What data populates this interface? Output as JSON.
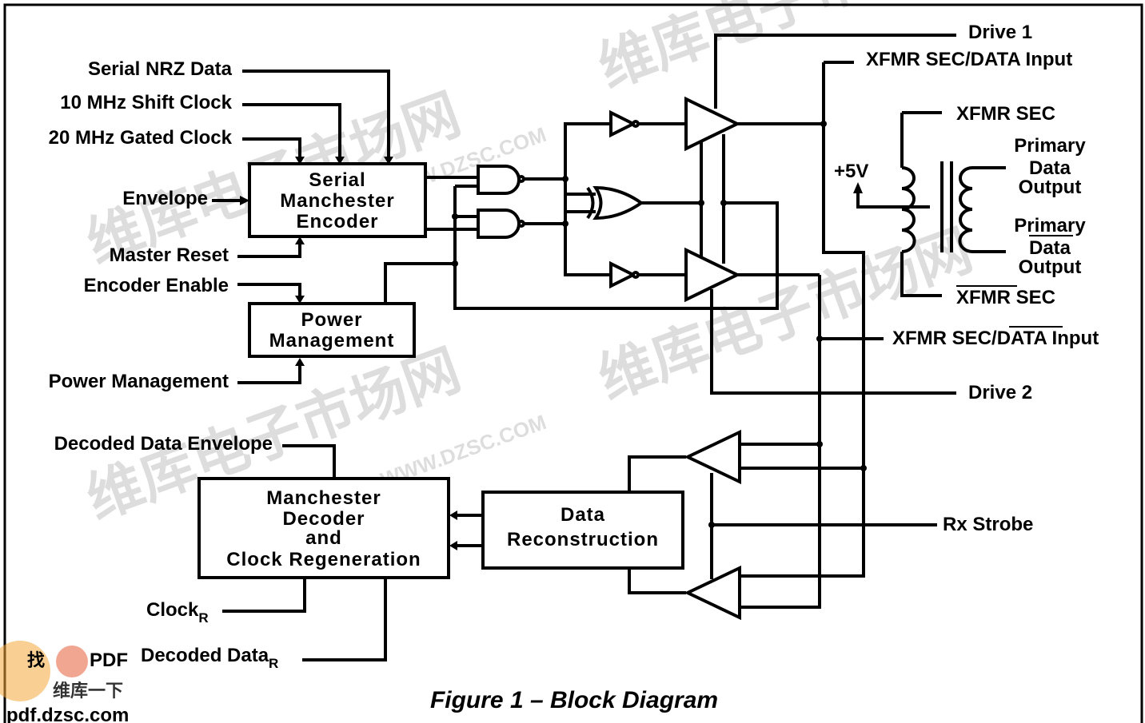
{
  "caption": "Figure 1 – Block Diagram",
  "blocks": {
    "encoder": [
      "Serial",
      "Manchester",
      "Encoder"
    ],
    "power": [
      "Power",
      "Management"
    ],
    "decoder": [
      "Manchester",
      "Decoder",
      "and",
      "Clock Regeneration"
    ],
    "reconstruction": [
      "Data",
      "Reconstruction"
    ]
  },
  "inputs_left": {
    "serial_nrz": "Serial NRZ Data",
    "shift_clock": "10 MHz Shift Clock",
    "gated_clock": "20 MHz Gated Clock",
    "envelope": "Envelope",
    "master_reset": "Master Reset",
    "encoder_enable": "Encoder Enable",
    "power_management": "Power Management",
    "decoded_envelope": "Decoded Data Envelope",
    "clock_r": "Clock",
    "clock_r_sub": "R",
    "decoded_data": "Decoded Data",
    "decoded_data_sub": "R"
  },
  "outputs_right": {
    "drive1": "Drive 1",
    "xfmr_sec_data": "XFMR SEC/DATA Input",
    "xfmr_sec": "XFMR SEC",
    "plus5v": "+5V",
    "primary1": [
      "Primary",
      "Data",
      "Output"
    ],
    "primary2": [
      "Primary",
      "Data",
      "Output"
    ],
    "xfmr_sec_bar": "XFMR SEC",
    "xfmr_sec_databar_a": "XFMR SEC/",
    "xfmr_sec_databar_b": "DATA",
    "xfmr_sec_databar_c": " Input",
    "drive2": "Drive 2",
    "rx_strobe": "Rx Strobe"
  },
  "watermark": {
    "cn": "维库电子市场网",
    "url": "WWW.DZSC.COM",
    "corner_a": "找",
    "corner_b": "PDF",
    "corner_c": "维库一下",
    "corner_url": "pdf.dzsc.com"
  },
  "colors": {
    "line": "#000000",
    "watermark": "#e86a4a",
    "background": "#ffffff"
  }
}
